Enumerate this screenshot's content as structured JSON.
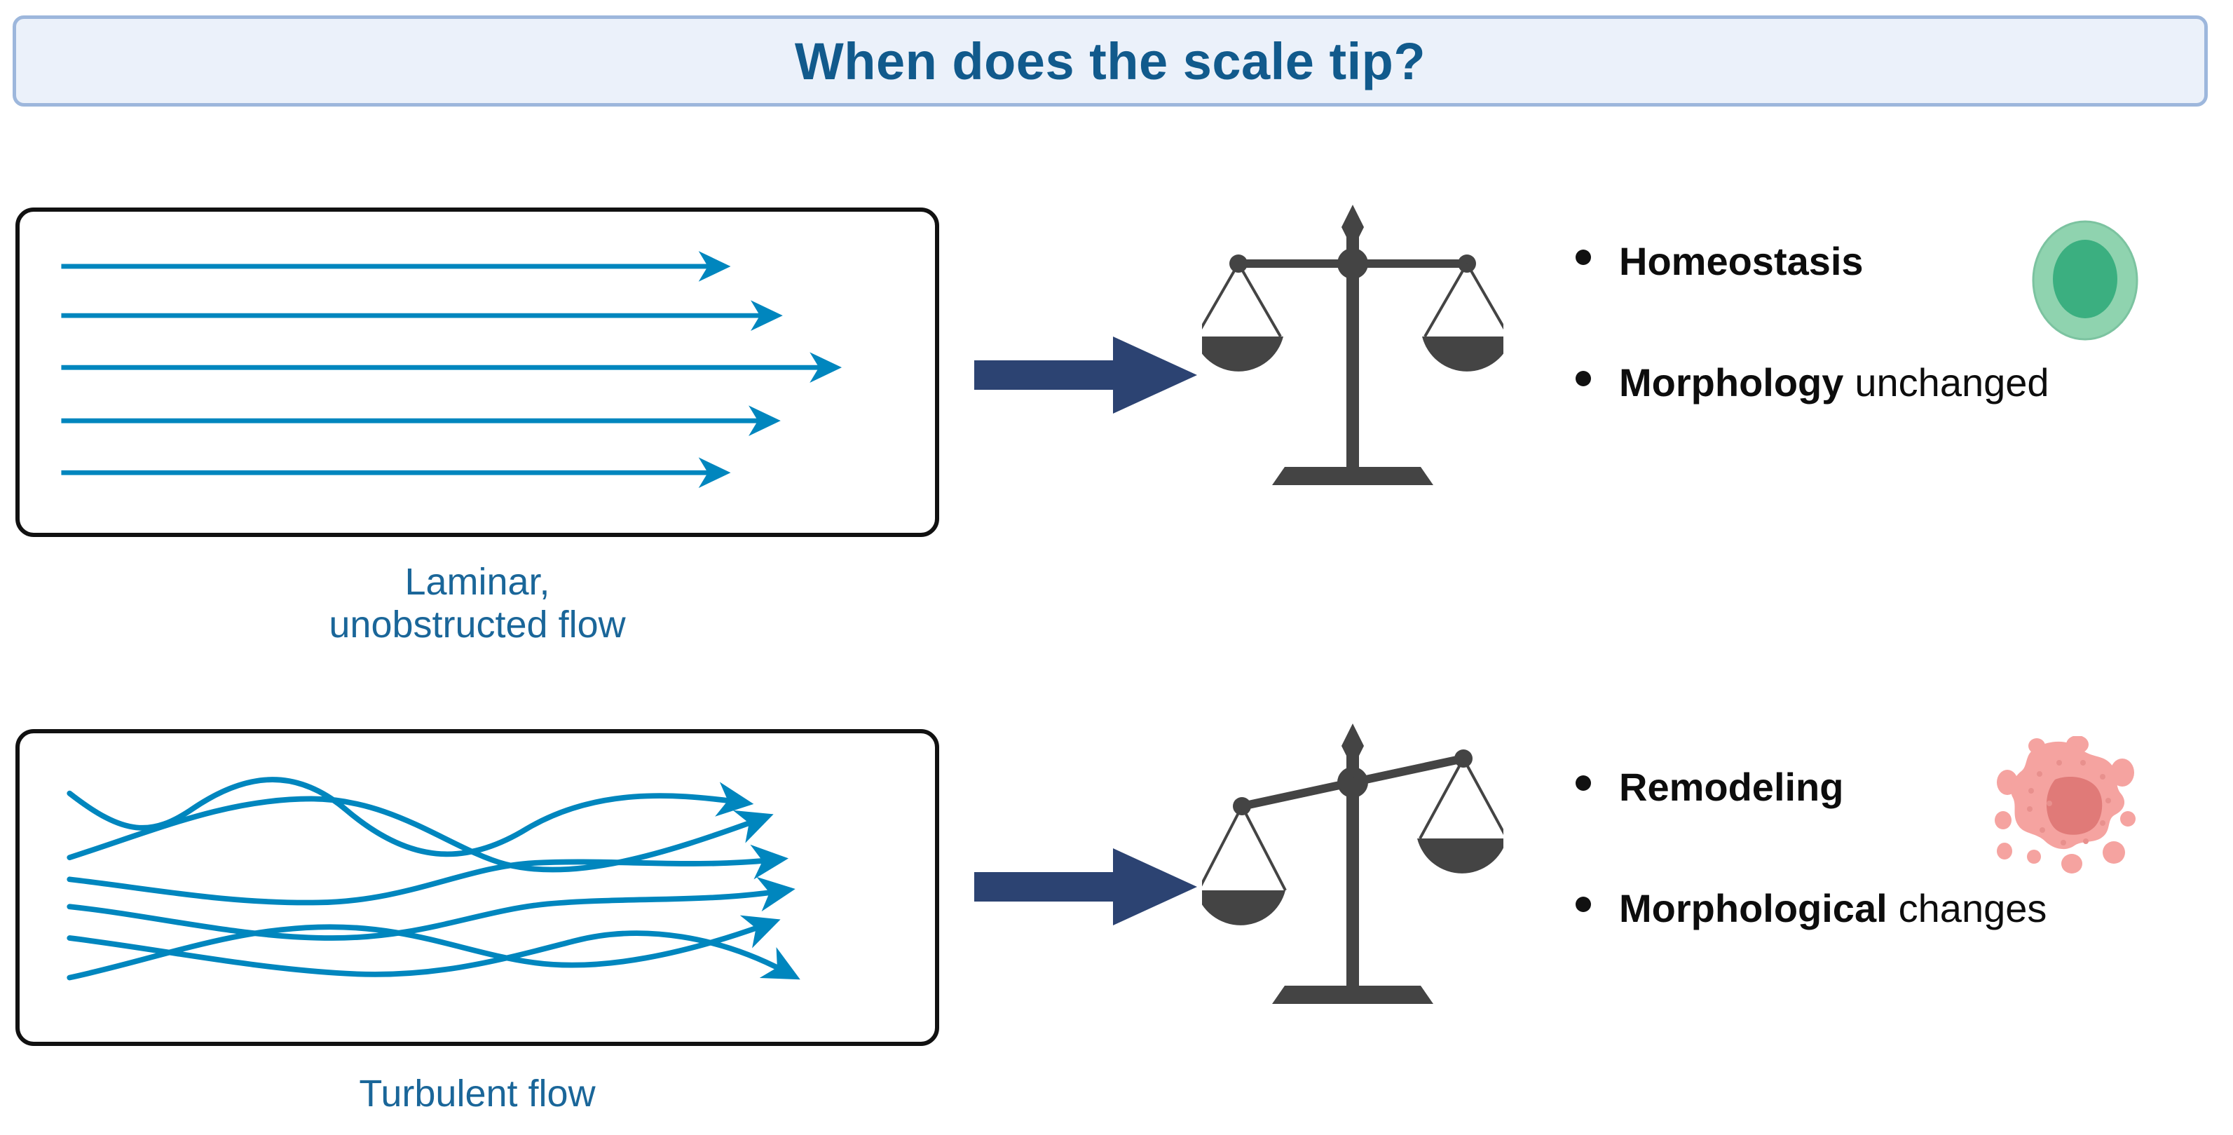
{
  "title": {
    "text": "When does the scale tip?",
    "banner_fill": "#EBF1FA",
    "banner_border": "#9DB7DC",
    "text_color": "#115A8C"
  },
  "colors": {
    "stream_blue": "#0086BE",
    "navy_arrow": "#2C4372",
    "caption_blue": "#1A6699",
    "scale_gray": "#444444",
    "cell_healthy_membrane": "#8FD3AF",
    "cell_healthy_nucleus": "#3BAF80",
    "cell_damaged_body": "#F5A3A0",
    "cell_damaged_nucleus": "#E07A78",
    "box_border": "#111111"
  },
  "rows": [
    {
      "flow": {
        "name": "laminar-flow-diagram",
        "caption_line1": "Laminar,",
        "caption_line2": "unobstructed flow",
        "streamline_count": 5
      },
      "transition_arrow": "block-arrow-right",
      "scale": {
        "name": "balance-scale-balanced",
        "state": "balanced",
        "tilt_degrees": 0
      },
      "bullets": [
        {
          "strong": "Homeostasis",
          "rest": ""
        },
        {
          "strong": "Morphology",
          "rest": "unchanged"
        }
      ],
      "cell": {
        "name": "healthy-cell-icon",
        "state": "healthy",
        "shape": "round"
      }
    },
    {
      "flow": {
        "name": "turbulent-flow-diagram",
        "caption_line1": "Turbulent flow",
        "caption_line2": "",
        "streamline_count": 5
      },
      "transition_arrow": "block-arrow-right",
      "scale": {
        "name": "balance-scale-tipped",
        "state": "tipped-left",
        "tilt_degrees": -11
      },
      "bullets": [
        {
          "strong": "Remodeling",
          "rest": ""
        },
        {
          "strong": "Morphological",
          "rest": "changes"
        }
      ],
      "cell": {
        "name": "damaged-cell-icon",
        "state": "remodeled",
        "shape": "irregular"
      }
    }
  ],
  "chart_data": {
    "type": "diagram",
    "title": "When does the scale tip?",
    "description": "Two-row comparison diagram mapping blood flow regime to vascular outcome.",
    "rows": [
      {
        "condition": "Laminar, unobstructed flow",
        "scale_state": "balanced",
        "outcomes": [
          "Homeostasis",
          "Morphology unchanged"
        ],
        "cell_state": "healthy"
      },
      {
        "condition": "Turbulent flow",
        "scale_state": "tipped-left",
        "outcomes": [
          "Remodeling",
          "Morphological changes"
        ],
        "cell_state": "remodeled"
      }
    ]
  }
}
